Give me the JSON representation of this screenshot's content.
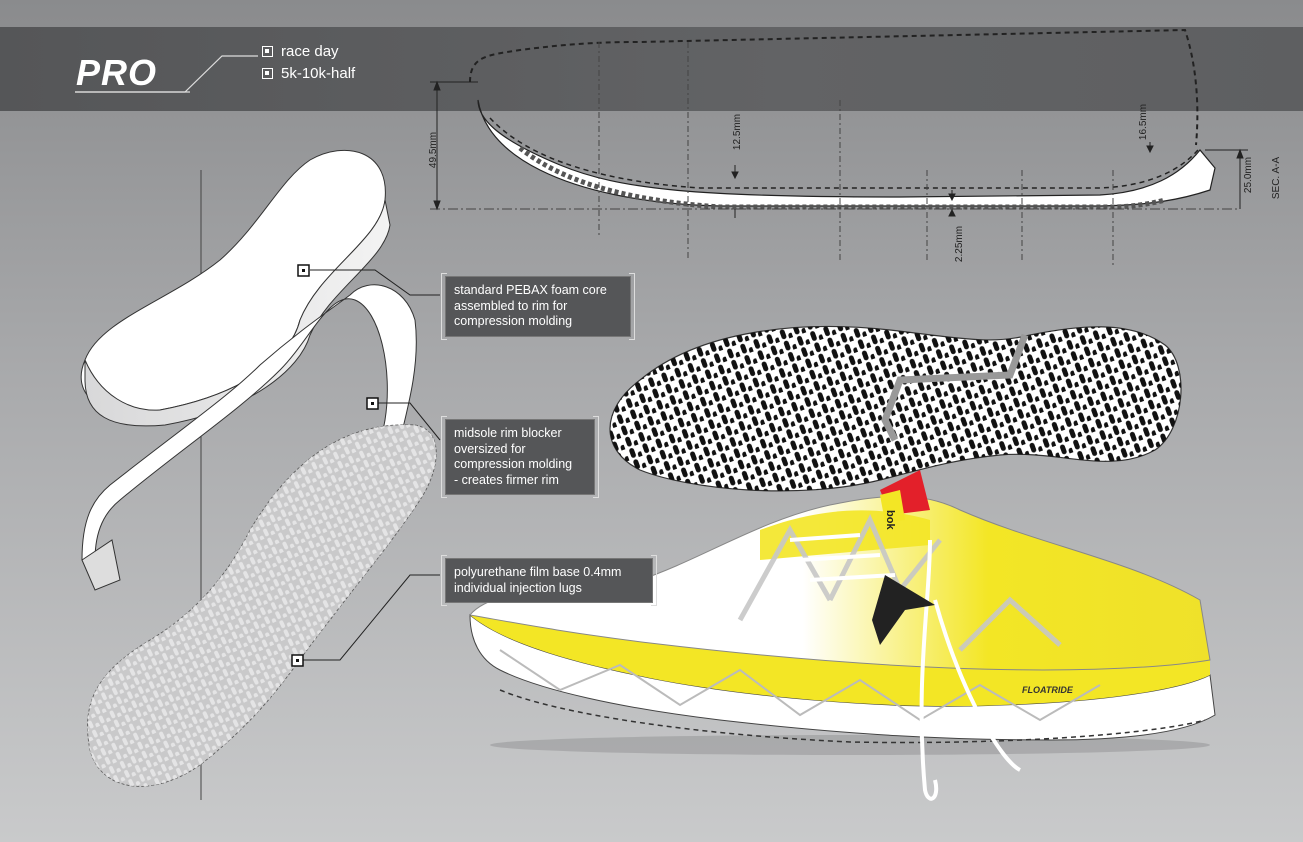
{
  "header": {
    "title": "PRO",
    "tags": [
      "race day",
      "5k-10k-half"
    ]
  },
  "section": {
    "label": "SEC. A-A",
    "dimensions": [
      "49.5mm",
      "12.5mm",
      "16.5mm",
      "25.0mm",
      "2.25mm"
    ]
  },
  "callouts": [
    {
      "lines": [
        "standard PEBAX foam core",
        "assembled to rim for",
        "compression molding"
      ]
    },
    {
      "lines": [
        "midsole rim blocker",
        "oversized for",
        "compression molding",
        "- creates firmer rim"
      ]
    },
    {
      "lines": [
        "polyurethane film base 0.4mm",
        "individual injection lugs"
      ]
    }
  ],
  "shoe": {
    "brand_mark": "bok",
    "model_logo": "FLOATRIDE"
  },
  "colors": {
    "accent_yellow": "#f3e625",
    "dark_gray": "#555658",
    "brand_red": "#e3202a"
  }
}
